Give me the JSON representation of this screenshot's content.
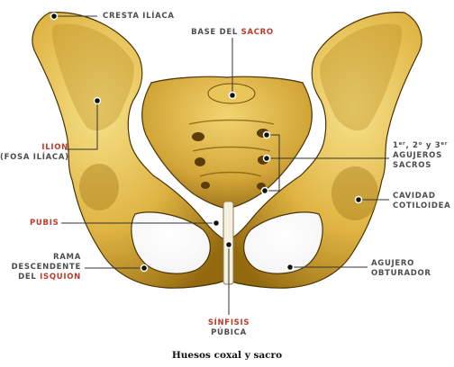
{
  "labels": {
    "cresta": {
      "text": "CRESTA ILÍACA"
    },
    "base_sacro": {
      "prefix": "BASE DEL ",
      "highlight": "SACRO"
    },
    "ilion": {
      "highlight": "ILION",
      "line2": "(FOSA ILÍACA)"
    },
    "pubis": {
      "highlight": "PUBIS"
    },
    "rama": {
      "line1": "RAMA",
      "line2": "DESCENDENTE",
      "prefix3": "DEL ",
      "highlight3": "ISQUION"
    },
    "agujeros_sacros": {
      "n1": "1",
      "sup1": "er",
      "n2": ", 2",
      "sup2": "o",
      "n3": " y 3",
      "sup3": "er",
      "line2": "AGUJEROS",
      "line3": "SACROS"
    },
    "cavidad": {
      "line1": "CAVIDAD",
      "line2": "COTILOIDEA"
    },
    "agujero_obturador": {
      "line1": "AGUJERO",
      "line2": "OBTURADOR"
    },
    "sinfisis": {
      "highlight": "SÍNFISIS",
      "line2": "PÚBICA"
    }
  },
  "caption": "Huesos coxal y sacro",
  "colors": {
    "bone_light": "#f3d97a",
    "bone_mid": "#d8ad3a",
    "bone_dark": "#8c6514",
    "outline": "#4a3306",
    "label_grey": "#4d4d4d",
    "label_red": "#c0392b"
  }
}
